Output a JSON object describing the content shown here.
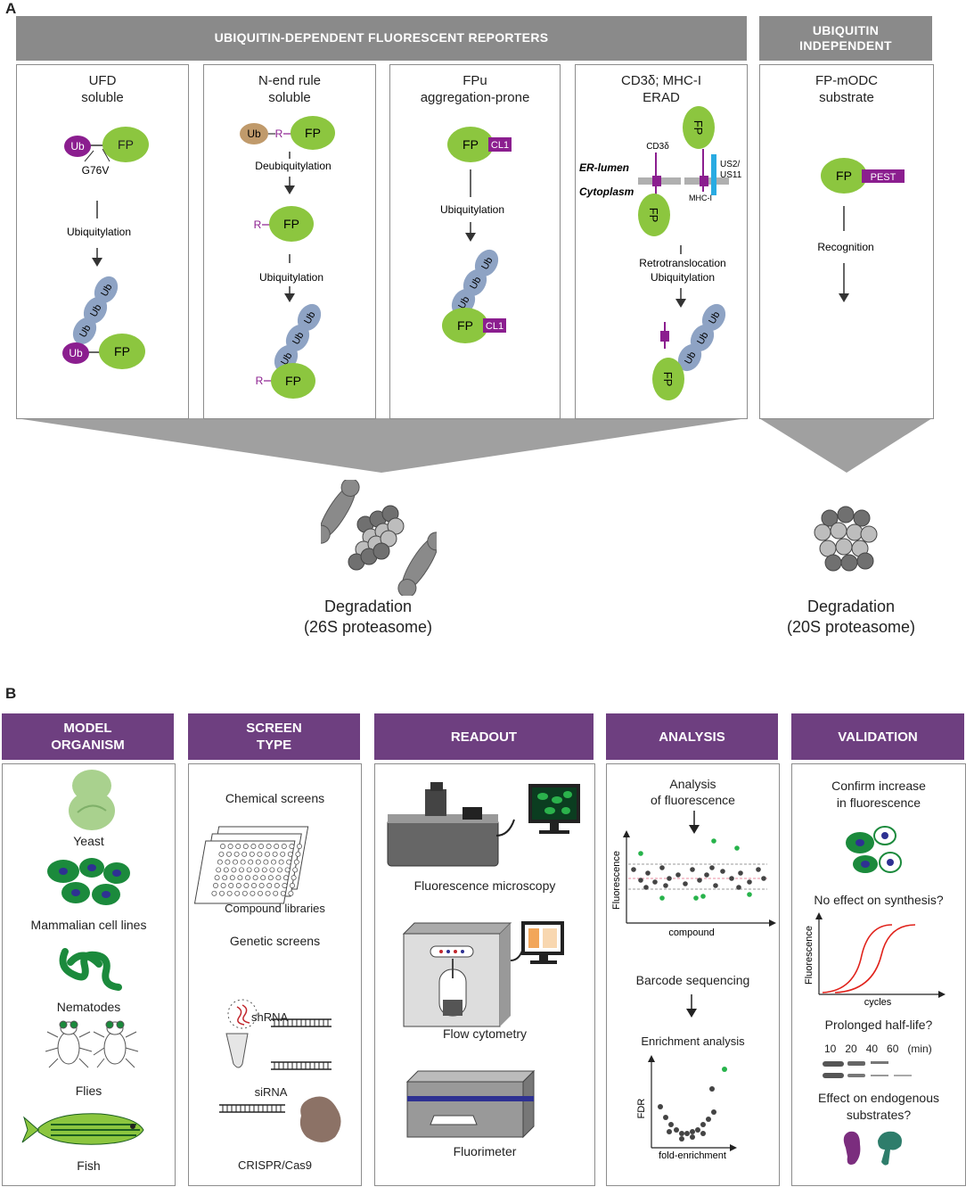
{
  "panel_a": {
    "letter": "A",
    "header_dependent": "UBIQUITIN-DEPENDENT FLUORESCENT REPORTERS",
    "header_independent_line1": "UBIQUITIN",
    "header_independent_line2": "INDEPENDENT",
    "ufd": {
      "title1": "UFD",
      "title2": "soluble",
      "g76v": "G76V",
      "ubiquitylation": "Ubiquitylation"
    },
    "nend": {
      "title1": "N-end rule",
      "title2": "soluble",
      "deubiquitylation": "Deubiquitylation",
      "ubiquitylation": "Ubiquitylation",
      "r": "R"
    },
    "fpu": {
      "title1": "FPu",
      "title2": "aggregation-prone",
      "ubiquitylation": "Ubiquitylation",
      "cl1": "CL1"
    },
    "erad": {
      "title1": "CD3δ; MHC-I",
      "title2": "ERAD",
      "cd3": "CD3δ",
      "er_lumen": "ER-lumen",
      "cytoplasm": "Cytoplasm",
      "us2": "US2/",
      "us11": "US11",
      "mhc": "MHC-I",
      "retro1": "Retrotranslocation",
      "retro2": "Ubiquitylation"
    },
    "modc": {
      "title1": "FP-mODC",
      "title2": "substrate",
      "pest": "PEST",
      "recognition": "Recognition"
    },
    "fp": "FP",
    "ub": "Ub",
    "deg26_line1": "Degradation",
    "deg26_line2": "(26S proteasome)",
    "deg20_line1": "Degradation",
    "deg20_line2": "(20S proteasome)"
  },
  "panel_b": {
    "letter": "B",
    "model": {
      "title1": "MODEL",
      "title2": "ORGANISM",
      "yeast": "Yeast",
      "mammal": "Mammalian cell lines",
      "nematodes": "Nematodes",
      "flies": "Flies",
      "fish": "Fish"
    },
    "screen": {
      "title1": "SCREEN",
      "title2": "TYPE",
      "chemical": "Chemical screens",
      "compound": "Compound libraries",
      "genetic": "Genetic screens",
      "shrna": "shRNA",
      "sirna": "siRNA",
      "crispr": "CRISPR/Cas9"
    },
    "readout": {
      "title": "READOUT",
      "microscopy": "Fluorescence microscopy",
      "flow": "Flow cytometry",
      "fluorimeter": "Fluorimeter"
    },
    "analysis": {
      "title": "ANALYSIS",
      "analysis1": "Analysis",
      "analysis2": "of fluorescence",
      "ylabel1": "Fluorescence",
      "xlabel1": "compound",
      "barcode": "Barcode sequencing",
      "enrichment": "Enrichment analysis",
      "ylabel2": "FDR",
      "xlabel2": "fold-enrichment"
    },
    "validation": {
      "title": "VALIDATION",
      "confirm1": "Confirm increase",
      "confirm2": "in fluorescence",
      "nosynth": "No effect on synthesis?",
      "ylabel": "Fluorescence",
      "xlabel": "cycles",
      "halflife": "Prolonged half-life?",
      "times": "10   20   40   60   (min)",
      "endog1": "Effect on endogenous",
      "endog2": "substrates?"
    }
  },
  "colors": {
    "fp_green": "#8cc63f",
    "ub_purple": "#8b1e8f",
    "ub_blue": "#8ea3c4",
    "ub_tan": "#c09a6b",
    "header_gray": "#8a8a8a",
    "header_purple": "#6e3f80",
    "membrane_gray": "#b0b0b0",
    "us_blue": "#29abe2"
  }
}
